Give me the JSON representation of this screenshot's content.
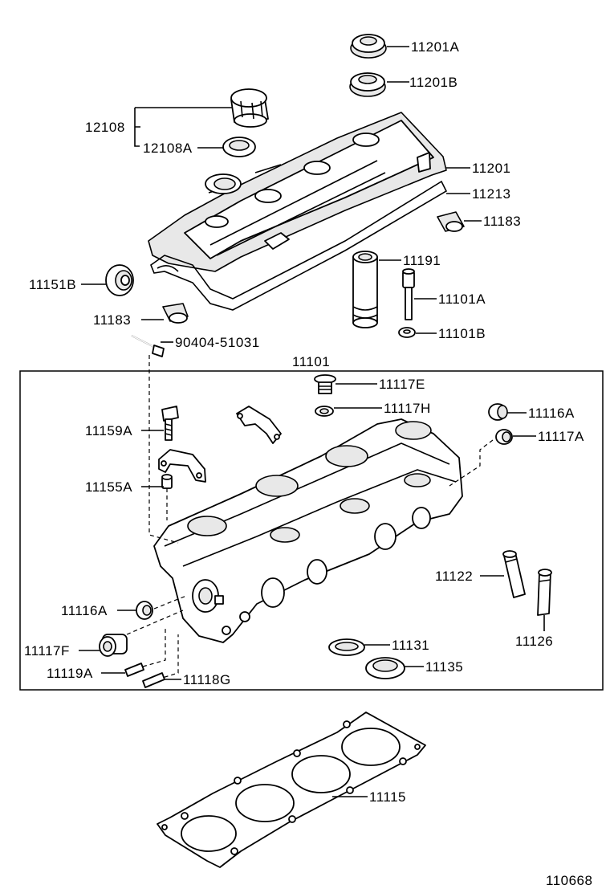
{
  "labels": {
    "p11201A": "11201A",
    "p11201B": "11201B",
    "p12108": "12108",
    "p12108A": "12108A",
    "p11201": "11201",
    "p11213": "11213",
    "p11183_r": "11183",
    "p11151B": "11151B",
    "p11191": "11191",
    "p11101A": "11101A",
    "p11183_l": "11183",
    "p11101B": "11101B",
    "p90404": "90404-51031",
    "p11101": "11101",
    "p11117E": "11117E",
    "p11117H": "11117H",
    "p11159A": "11159A",
    "p11116A_r": "11116A",
    "p11117A": "11117A",
    "p11155A": "11155A",
    "p11122": "11122",
    "p11116A_l": "11116A",
    "p11126": "11126",
    "p11131": "11131",
    "p11117F": "11117F",
    "p11135": "11135",
    "p11119A": "11119A",
    "p11118G": "11118G",
    "p11115": "11115",
    "diagram_id": "110668"
  }
}
